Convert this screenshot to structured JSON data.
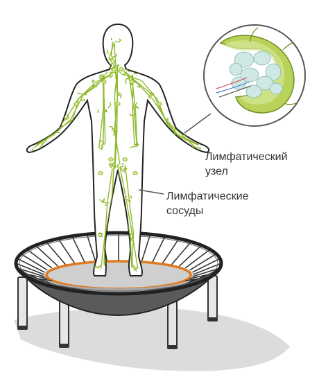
{
  "labels": {
    "lymph_node": [
      "Лимфатический",
      "узел"
    ],
    "lymph_vessels": [
      "Лимфатические",
      "сосуды"
    ]
  },
  "colors": {
    "lymph": "#8fb82a",
    "lymph_light": "#d8e99b",
    "trampoline_ring": "#e07b1f",
    "outline": "#222222",
    "frame": "#444444",
    "leg": "#e6e6e6",
    "shadow": "#dcdcdc"
  }
}
